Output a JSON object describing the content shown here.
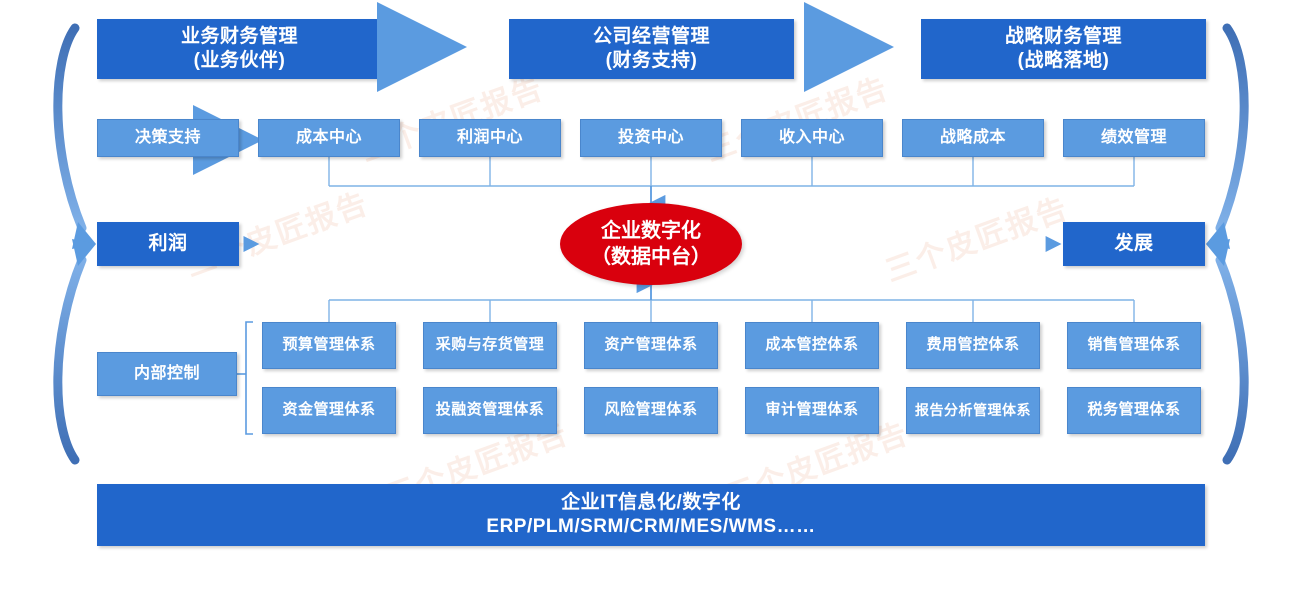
{
  "colors": {
    "dark_blue": "#2166cb",
    "light_blue": "#5b9be0",
    "red": "#d9000d",
    "line_blue": "#6fa3e0",
    "arrow_blue": "#5b9be0",
    "brace_blue": "#3f6fb5",
    "background": "#ffffff",
    "text_white": "#ffffff"
  },
  "top_row": {
    "boxes": [
      {
        "line1": "业务财务管理",
        "line2": "(业务伙伴)"
      },
      {
        "line1": "公司经营管理",
        "line2": "(财务支持)"
      },
      {
        "line1": "战略财务管理",
        "line2": "(战略落地)"
      }
    ],
    "arrows": [
      "right-arrow-icon",
      "right-arrow-icon"
    ]
  },
  "second_row": {
    "boxes": [
      {
        "label": "决策支持"
      },
      {
        "label": "成本中心"
      },
      {
        "label": "利润中心"
      },
      {
        "label": "投资中心"
      },
      {
        "label": "收入中心"
      },
      {
        "label": "战略成本"
      },
      {
        "label": "绩效管理"
      }
    ],
    "arrow": "right-arrow-icon"
  },
  "center": {
    "line1": "企业数字化",
    "line2": "（数据中台）"
  },
  "left_outcome": {
    "label": "利润"
  },
  "right_outcome": {
    "label": "发展"
  },
  "internal_control": {
    "label": "内部控制"
  },
  "systems_grid": {
    "row1": [
      {
        "label": "预算管理体系"
      },
      {
        "label": "采购与存货管理"
      },
      {
        "label": "资产管理体系"
      },
      {
        "label": "成本管控体系"
      },
      {
        "label": "费用管控体系"
      },
      {
        "label": "销售管理体系"
      }
    ],
    "row2": [
      {
        "label": "资金管理体系"
      },
      {
        "label": "投融资管理体系"
      },
      {
        "label": "风险管理体系"
      },
      {
        "label": "审计管理体系"
      },
      {
        "label": "报告分析管理体系"
      },
      {
        "label": "税务管理体系"
      }
    ]
  },
  "bottom_banner": {
    "line1": "企业IT信息化/数字化",
    "line2": "ERP/PLM/SRM/CRM/MES/WMS……"
  },
  "braces": {
    "left_top": "curved-arrow-icon",
    "left_bottom": "curved-arrow-icon",
    "right_top": "curved-arrow-icon",
    "right_bottom": "curved-arrow-icon"
  },
  "watermarks": [
    "三个皮匠报告",
    "三个皮匠报告",
    "三个皮匠报告",
    "三个皮匠报告",
    "三个皮匠报告",
    "三个皮匠报告"
  ]
}
